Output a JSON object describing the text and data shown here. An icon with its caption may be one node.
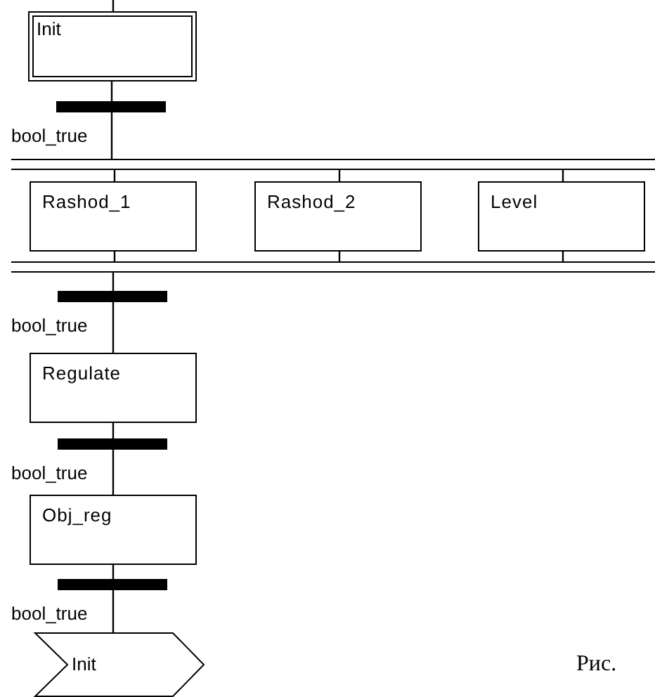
{
  "diagram": {
    "nodes": [
      {
        "text": [
          "Init"
        ]
      },
      {
        "text": [],
        "shape": "bar",
        "beside": [
          "bool_true"
        ]
      },
      {
        "text": [],
        "shape": "band"
      },
      {
        "text": [
          "Rashod_1"
        ]
      },
      {
        "text": [
          "Rashod_2"
        ]
      },
      {
        "text": [
          "Level"
        ]
      },
      {
        "text": [],
        "shape": "band"
      },
      {
        "text": [],
        "shape": "bar",
        "beside": [
          "bool_true"
        ]
      },
      {
        "text": [
          "Regulate"
        ]
      },
      {
        "text": [],
        "shape": "bar",
        "beside": [
          "bool_true"
        ]
      },
      {
        "text": [
          "Obj_reg"
        ]
      },
      {
        "text": [],
        "shape": "bar",
        "beside": [
          "bool_true"
        ]
      },
      {
        "text": [
          "Init"
        ]
      }
    ],
    "edges": [
      {
        "from": null,
        "to": 0,
        "arrow": "none"
      },
      {
        "from": 0,
        "to": 1,
        "arrow": "none"
      },
      {
        "from": 1,
        "to": 2,
        "arrow": "none"
      },
      {
        "from": 2,
        "to": 3,
        "arrow": "none"
      },
      {
        "from": 2,
        "to": 4,
        "arrow": "none"
      },
      {
        "from": 2,
        "to": 5,
        "arrow": "none"
      },
      {
        "from": 3,
        "to": 6,
        "arrow": "none"
      },
      {
        "from": 4,
        "to": 6,
        "arrow": "none"
      },
      {
        "from": 5,
        "to": 6,
        "arrow": "none"
      },
      {
        "from": 6,
        "to": 7,
        "arrow": "none"
      },
      {
        "from": 7,
        "to": 8,
        "arrow": "none"
      },
      {
        "from": 8,
        "to": 9,
        "arrow": "none"
      },
      {
        "from": 9,
        "to": 10,
        "arrow": "none"
      },
      {
        "from": 10,
        "to": 11,
        "arrow": "none"
      },
      {
        "from": 11,
        "to": 12,
        "arrow": "none"
      }
    ],
    "labels": [
      "Рис."
    ]
  }
}
